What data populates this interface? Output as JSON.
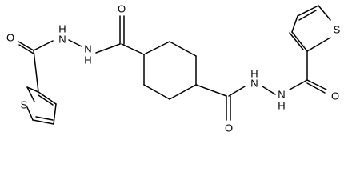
{
  "molecule": {
    "atom_labels": {
      "o_left": "O",
      "nh_left_a": "H",
      "nh_left_a_n": "N",
      "nh_left_b_n": "N",
      "nh_left_b": "H",
      "s_left": "S",
      "o_center_top": "O",
      "o_center_bottom": "O",
      "nh_right_a": "H",
      "nh_right_a_n": "N",
      "nh_right_b_n": "N",
      "nh_right_b": "H",
      "o_right": "O",
      "s_right": "S"
    },
    "colors": {
      "bond": "#000000",
      "label": "#000000",
      "background": "#ffffff"
    }
  }
}
